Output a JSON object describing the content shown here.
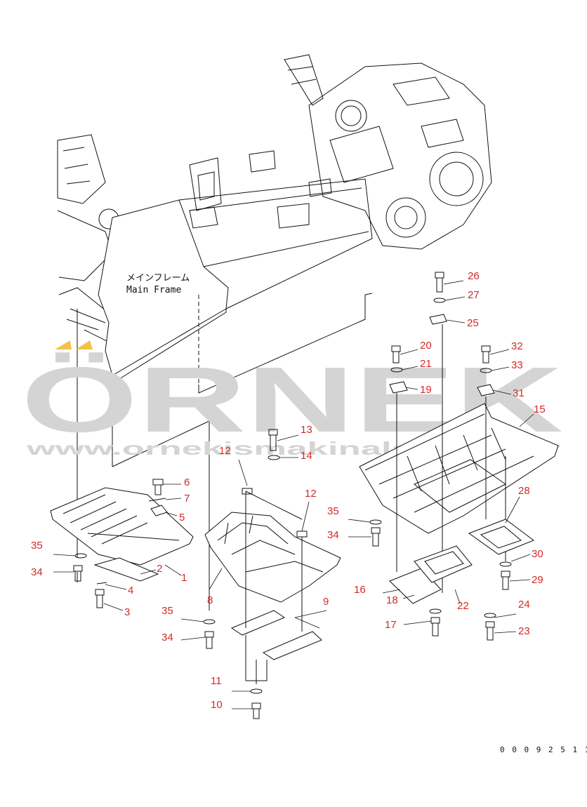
{
  "watermark": {
    "brand": "ÖRNEK",
    "url": "www.ornekismakinalari.com.tr",
    "color": "#d4d4d4",
    "accent": "#f2c14e"
  },
  "frame": {
    "label_jp": "メインフレーム",
    "label_en": "Main Frame"
  },
  "document_number": "0 0 0 9 2 5 1 1",
  "label_color": "#d22a2a",
  "parts": [
    {
      "id": "p26",
      "num": "26"
    },
    {
      "id": "p27",
      "num": "27"
    },
    {
      "id": "p25",
      "num": "25"
    },
    {
      "id": "p20",
      "num": "20"
    },
    {
      "id": "p21",
      "num": "21"
    },
    {
      "id": "p19",
      "num": "19"
    },
    {
      "id": "p32",
      "num": "32"
    },
    {
      "id": "p33",
      "num": "33"
    },
    {
      "id": "p31",
      "num": "31"
    },
    {
      "id": "p15",
      "num": "15"
    },
    {
      "id": "p13",
      "num": "13"
    },
    {
      "id": "p14",
      "num": "14"
    },
    {
      "id": "p12a",
      "num": "12"
    },
    {
      "id": "p12b",
      "num": "12"
    },
    {
      "id": "p6",
      "num": "6"
    },
    {
      "id": "p7",
      "num": "7"
    },
    {
      "id": "p5",
      "num": "5"
    },
    {
      "id": "p35a",
      "num": "35"
    },
    {
      "id": "p34a",
      "num": "34"
    },
    {
      "id": "p2",
      "num": "2"
    },
    {
      "id": "p1",
      "num": "1"
    },
    {
      "id": "p4",
      "num": "4"
    },
    {
      "id": "p3",
      "num": "3"
    },
    {
      "id": "p35b",
      "num": "35"
    },
    {
      "id": "p34b",
      "num": "34"
    },
    {
      "id": "p8",
      "num": "8"
    },
    {
      "id": "p9",
      "num": "9"
    },
    {
      "id": "p35c",
      "num": "35"
    },
    {
      "id": "p34c",
      "num": "34"
    },
    {
      "id": "p11",
      "num": "11"
    },
    {
      "id": "p10",
      "num": "10"
    },
    {
      "id": "p28",
      "num": "28"
    },
    {
      "id": "p30",
      "num": "30"
    },
    {
      "id": "p29",
      "num": "29"
    },
    {
      "id": "p16",
      "num": "16"
    },
    {
      "id": "p18",
      "num": "18"
    },
    {
      "id": "p22",
      "num": "22"
    },
    {
      "id": "p17",
      "num": "17"
    },
    {
      "id": "p24",
      "num": "24"
    },
    {
      "id": "p23",
      "num": "23"
    }
  ]
}
